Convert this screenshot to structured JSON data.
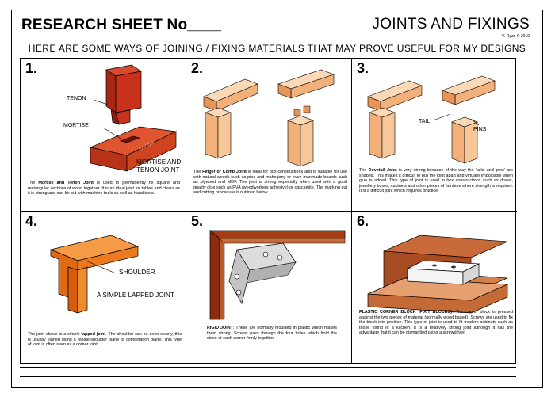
{
  "header": {
    "title_left": "RESEARCH SHEET No____",
    "title_right": "JOINTS AND FIXINGS",
    "credit": "V. Ryan © 2010",
    "subtitle": "HERE ARE SOME WAYS OF JOINING / FIXING MATERIALS THAT MAY PROVE USEFUL FOR MY DESIGNS"
  },
  "panels": [
    {
      "number": "1.",
      "labels": {
        "tenon": "TENON",
        "mortise": "MORTISE",
        "caption1": "MORTISE AND",
        "caption2": "TENON JOINT",
        "watermark": "By V.Ryan"
      },
      "bold": "Mortise and Tenon Joint",
      "text_before": "The ",
      "text_after": " is used to permanently fix square and rectangular sections of wood together. It is an ideal joint for tables and chairs as it is strong and can be cut with machine tools as well as hand tools."
    },
    {
      "number": "2.",
      "bold": "Finger or Comb Joint",
      "text_before": "The ",
      "text_after": " is ideal for box constructions and is suitable for use with natural woods such as pine and mahogany or even manmade boards such as plywood and MDF. The joint is strong especially when used with a good quality glue such as PVA (woodworkers adhesive) or cascamite. The marking out and cutting procedure is outlined below."
    },
    {
      "number": "3.",
      "labels": {
        "tail": "TAIL",
        "pins": "PINS"
      },
      "bold": "Dovetail Joint",
      "text_before": "The ",
      "text_after": " is very strong because of the way the 'tails' and 'pins' are shaped. This makes it difficult to pull the joint apart and virtually impossible when glue is added. This type of joint is used in box constructions such as draws, jewellery boxes, cabinets and other pieces of furniture where strength is required. It is a difficult joint which requires practice."
    },
    {
      "number": "4.",
      "labels": {
        "shoulder": "SHOULDER",
        "caption": "A SIMPLE LAPPED JOINT"
      },
      "bold": "lapped joint",
      "text_before": "The joint above is a simple ",
      "text_after": ". The shoulder can be seen clearly, this is usually planed using a rebate/shoulder plane or combination plane. This type of joint is often seen as a corner joint."
    },
    {
      "number": "5.",
      "bold": "RIGID JOINT",
      "text_before": "",
      "text_after": ": These are normally moulded in plastic which makes them strong. Screws pass through the four holes which hold the sides at each corner firmly together."
    },
    {
      "number": "6.",
      "bold": "PLASTIC CORNER BLOCK (FIXIT BLOCKS):",
      "text_before": "",
      "text_after": " The corner block is pressed against the two pieces of material (normally wood based). Screws are used to fix the block into position. This type of joint is used to fit modern cabinets such as those found in a kitchen. It is a relatively strong joint although it has the advantage that it can be dismantled using a screwdriver."
    }
  ],
  "colors": {
    "wood_light": "#f7c79a",
    "wood_mid": "#f0a868",
    "wood_dark": "#d9783a",
    "red_wood": "#c8321c",
    "red_dark": "#8e1e0e",
    "orange_wood": "#ee7a1e",
    "plastic_grey": "#cfcfcf"
  }
}
